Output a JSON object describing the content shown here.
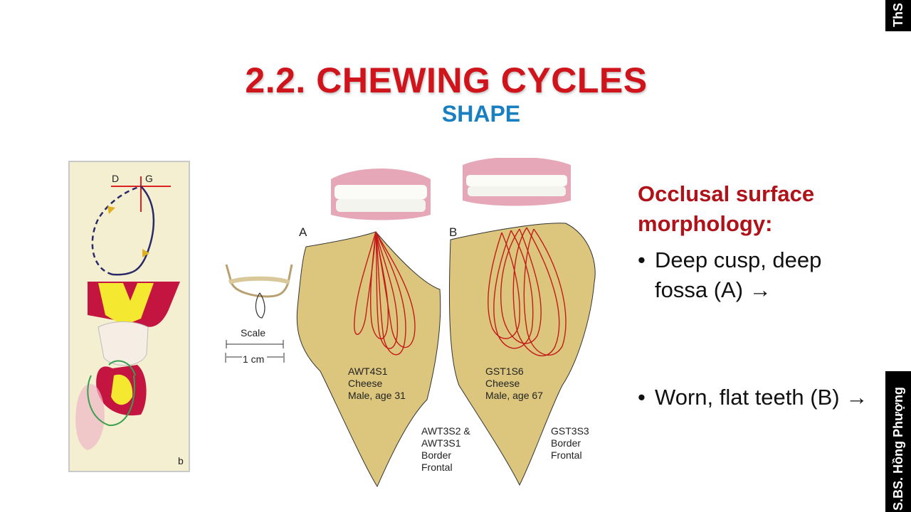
{
  "slide": {
    "title": "2.2. CHEWING CYCLES",
    "subtitle": "SHAPE"
  },
  "left_figure": {
    "label_d": "D",
    "label_g": "G",
    "label_b": "b"
  },
  "middle_figure": {
    "panel_a": "A",
    "panel_b": "B",
    "scale_label": "Scale",
    "scale_value": "1 cm",
    "sample_a": "AWT4S1\nCheese\nMale, age 31",
    "sample_b": "GST1S6\nCheese\nMale, age 67",
    "border_a": "AWT3S2 &\nAWT3S1\nBorder\nFrontal",
    "border_b": "GST3S3\nBorder\nFrontal"
  },
  "right_panel": {
    "heading": "Occlusal surface morphology:",
    "bullets": [
      "Deep cusp, deep fossa (A) →",
      "Worn, flat teeth (B) →"
    ]
  },
  "sidebar": {
    "top_text": "ThS",
    "bottom_text": "S.BS. Hồng Phượng"
  },
  "colors": {
    "title": "#d0141b",
    "subtitle": "#1a7fc0",
    "heading": "#b0121a",
    "trace": "#c41a1a",
    "envelope": "#dcc67d"
  }
}
